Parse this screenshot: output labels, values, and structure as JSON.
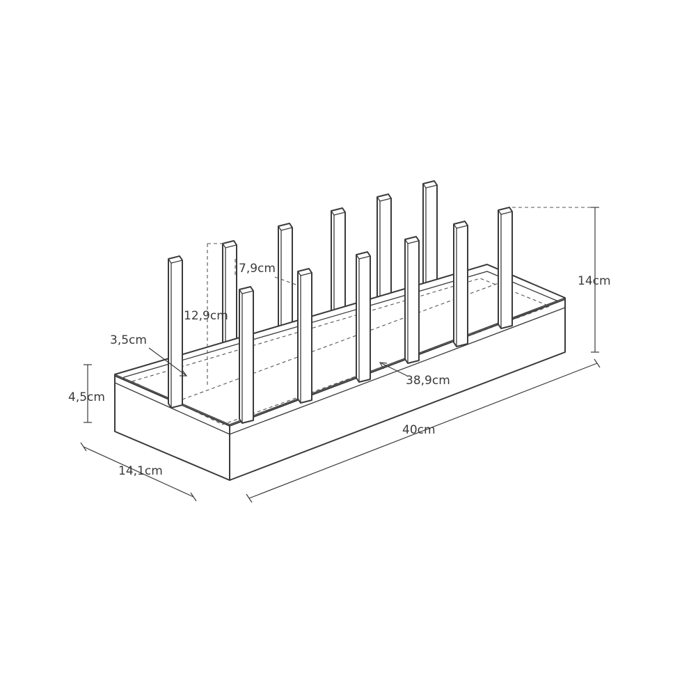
{
  "dimensions": {
    "height_total": "14cm",
    "tray_height": "4,5cm",
    "depth": "14,1cm",
    "length": "40cm",
    "inner_length": "38,9cm",
    "peg_height": "12,9cm",
    "peg_spacing": "7,9cm",
    "peg_offset": "3,5cm"
  },
  "colors": {
    "line": "#3a3a3a",
    "background": "#ffffff"
  }
}
